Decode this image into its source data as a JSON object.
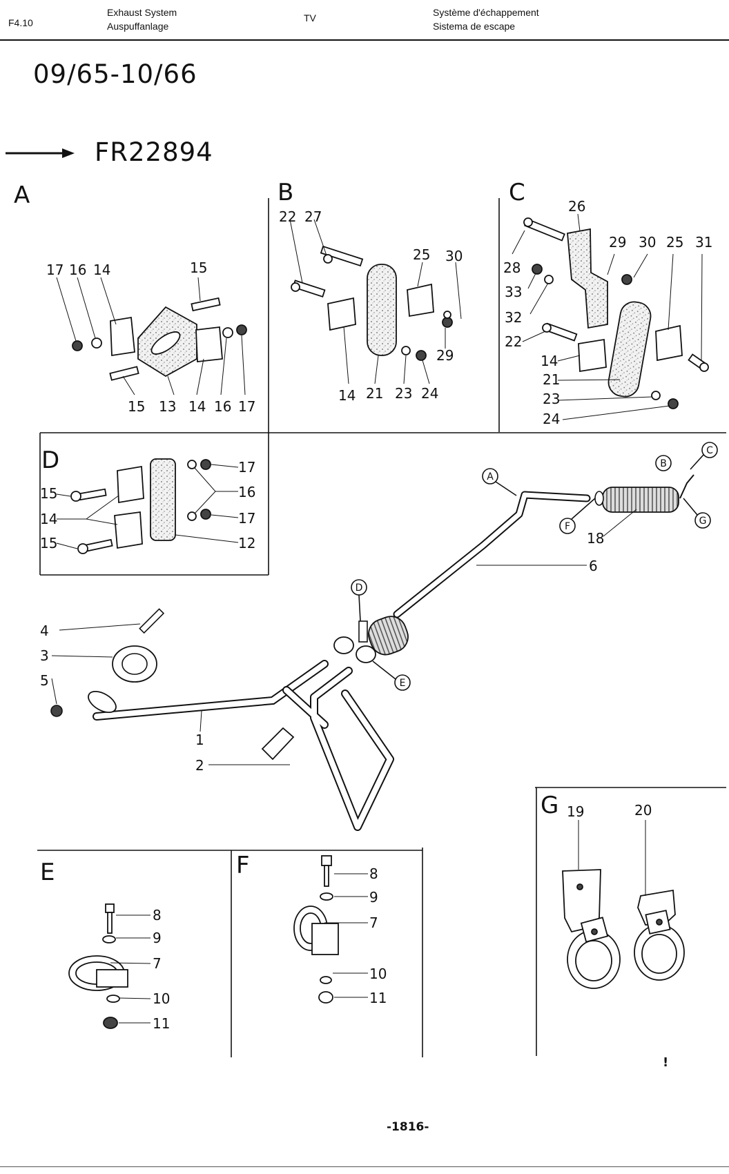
{
  "header": {
    "code": "F4.10",
    "title_en": "Exhaust System",
    "title_de": "Auspuffanlage",
    "model": "TV",
    "title_fr": "Système d'échappement",
    "title_es": "Sistema de escape"
  },
  "date_range": "09/65-10/66",
  "chassis_from": "FR22894",
  "page_number": "-1816-",
  "sections": {
    "A": {
      "letter": "A",
      "callouts": [
        "17",
        "16",
        "14",
        "15",
        "15",
        "13",
        "14",
        "16",
        "17"
      ]
    },
    "B": {
      "letter": "B",
      "callouts": [
        "22",
        "27",
        "25",
        "30",
        "29",
        "14",
        "21",
        "23",
        "24"
      ]
    },
    "C": {
      "letter": "C",
      "callouts": [
        "26",
        "29",
        "30",
        "25",
        "31",
        "28",
        "33",
        "32",
        "22",
        "14",
        "21",
        "23",
        "24"
      ]
    },
    "D": {
      "letter": "D",
      "callouts": [
        "15",
        "14",
        "15",
        "17",
        "16",
        "17",
        "12"
      ]
    },
    "E": {
      "letter": "E",
      "callouts": [
        "8",
        "9",
        "7",
        "10",
        "11"
      ]
    },
    "F": {
      "letter": "F",
      "callouts": [
        "8",
        "9",
        "7",
        "10",
        "11"
      ]
    },
    "G": {
      "letter": "G",
      "callouts": [
        "19",
        "20"
      ]
    }
  },
  "main": {
    "callouts": [
      "4",
      "3",
      "5",
      "1",
      "2",
      "6",
      "18"
    ],
    "circled": [
      "A",
      "B",
      "C",
      "D",
      "E",
      "F",
      "G"
    ]
  },
  "marks": {
    "stray": "!"
  }
}
